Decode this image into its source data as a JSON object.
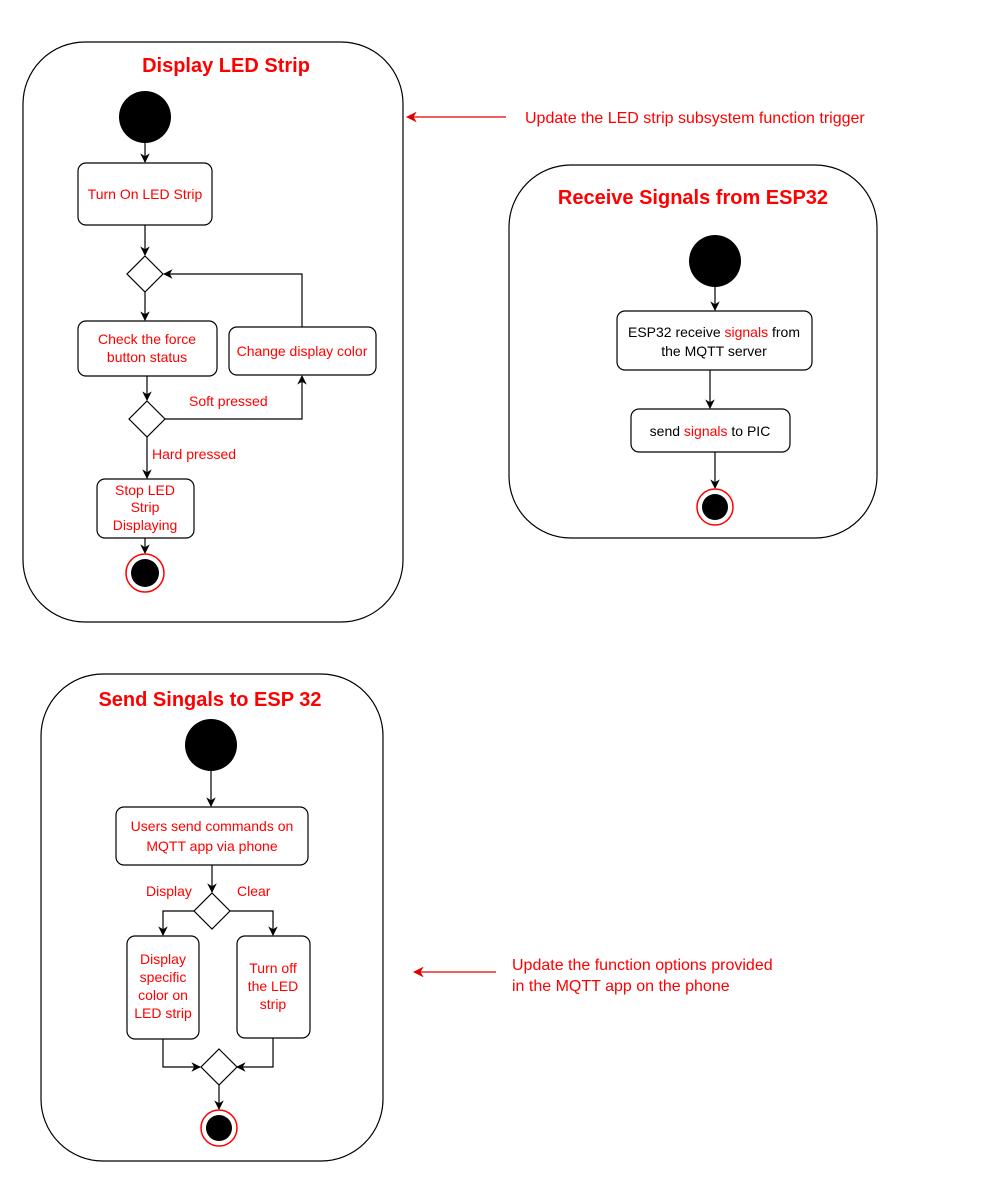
{
  "colors": {
    "accent": "#ff0000",
    "line": "#000000",
    "node_fill": "#000000",
    "background": "#ffffff"
  },
  "diagram1": {
    "title": "Display LED Strip",
    "node_turn_on": "Turn On LED Strip",
    "node_check_line1": "Check the force",
    "node_check_line2": "button status",
    "node_change": "Change display color",
    "edge_soft": "Soft pressed",
    "edge_hard": "Hard pressed",
    "node_stop_line1": "Stop LED",
    "node_stop_line2": "Strip",
    "node_stop_line3": "Displaying"
  },
  "annotation1": "Update the LED strip subsystem function trigger",
  "diagram2": {
    "title": "Receive Signals from ESP32",
    "node_receive_a": "ESP32 receive ",
    "node_receive_b": "signals",
    "node_receive_c": " from",
    "node_receive_line2": "the MQTT server",
    "node_send_a": "send ",
    "node_send_b": "signals",
    "node_send_c": " to PIC"
  },
  "diagram3": {
    "title": "Send Singals to ESP 32",
    "node_users_line1": "Users send commands on",
    "node_users_line2": "MQTT app via phone",
    "edge_display": "Display",
    "edge_clear": "Clear",
    "node_display_line1": "Display",
    "node_display_line2": "specific",
    "node_display_line3": "color on",
    "node_display_line4": "LED strip",
    "node_turnoff_line1": "Turn off",
    "node_turnoff_line2": "the LED",
    "node_turnoff_line3": "strip"
  },
  "annotation2_line1": "Update the function options provided",
  "annotation2_line2": "in the MQTT app on the phone"
}
